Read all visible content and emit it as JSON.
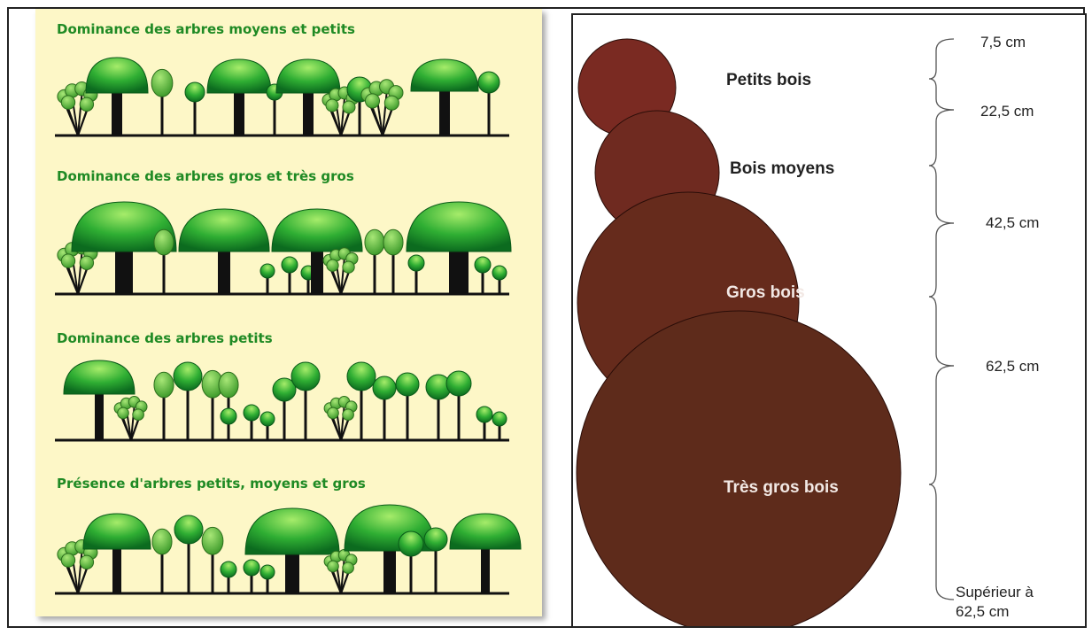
{
  "left_panel": {
    "titles": [
      "Dominance des arbres moyens et petits",
      "Dominance des arbres gros et très gros",
      "Dominance des arbres petits",
      "Présence d'arbres petits, moyens et gros"
    ]
  },
  "right_panel": {
    "circles": [
      {
        "label": "Petits bois",
        "color": "#7a2a22"
      },
      {
        "label": "Bois moyens",
        "color": "#6f2a20"
      },
      {
        "label": "Gros bois",
        "color": "#662b1c"
      },
      {
        "label": "Très gros bois",
        "color": "#5e2b1b"
      }
    ],
    "thresholds": [
      "7,5  cm",
      "22,5 cm",
      "42,5 cm",
      "62,5 cm"
    ],
    "last_threshold_lines": [
      "Supérieur à",
      "62,5 cm"
    ]
  },
  "colors": {
    "leaf_light": "#8fe05a",
    "leaf_dark": "#0f7a24",
    "trunk": "#111111",
    "panel_bg": "#fdf7c7",
    "title_green": "#1f8a24"
  }
}
